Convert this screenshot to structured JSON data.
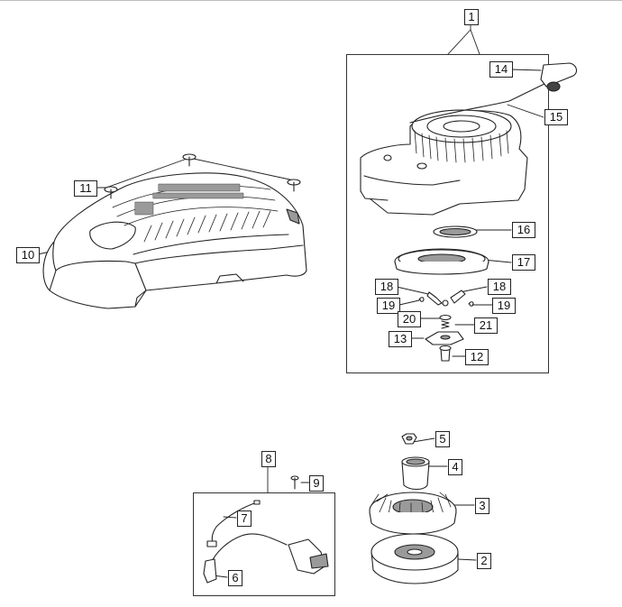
{
  "diagram": {
    "callouts": {
      "c1": "1",
      "c2": "2",
      "c3": "3",
      "c4": "4",
      "c5": "5",
      "c6": "6",
      "c7": "7",
      "c8": "8",
      "c9": "9",
      "c10": "10",
      "c11": "11",
      "c12": "12",
      "c13": "13",
      "c14": "14",
      "c15": "15",
      "c16": "16",
      "c17": "17",
      "c18a": "18",
      "c18b": "18",
      "c19a": "19",
      "c19b": "19",
      "c20": "20",
      "c21": "21"
    }
  },
  "colors": {
    "line": "#222222",
    "part_fill": "#ffffff",
    "shade": "#9a9a9a",
    "frame": "#333333"
  }
}
